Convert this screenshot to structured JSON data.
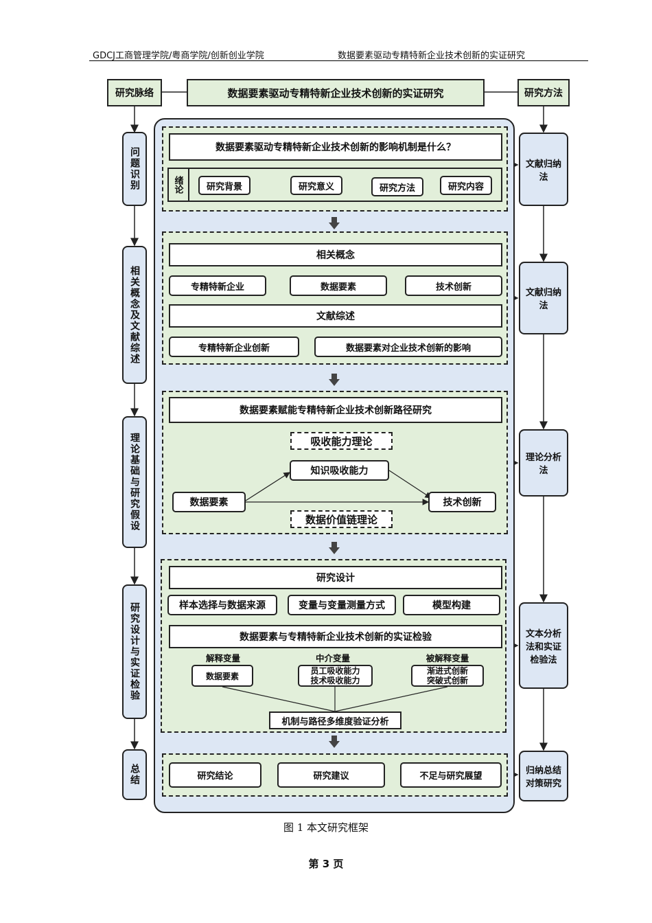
{
  "header": {
    "left": "GDCJ工商管理学院/粤商学院/创新创业学院",
    "right": "数据要素驱动专精特新企业技术创新的实证研究"
  },
  "top": {
    "left_label": "研究脉络",
    "title": "数据要素驱动专精特新企业技术创新的实证研究",
    "right_label": "研究方法"
  },
  "left_stages": [
    "问题识别",
    "相关概念及文献综述",
    "理论基础与研究假设",
    "研究设计与实证检验",
    "总结"
  ],
  "right_methods": [
    "文献归纳法",
    "文献归纳法",
    "理论分析法",
    "文本分析法和实证检验法",
    "归纳总结对策研究"
  ],
  "sec1": {
    "question": "数据要素驱动专精特新企业技术创新的影响机制是什么？",
    "group_label": "绪论",
    "items": [
      "研究背景",
      "研究意义",
      "研究方法",
      "研究内容"
    ]
  },
  "sec2": {
    "concepts_title": "相关概念",
    "concepts": [
      "专精特新企业",
      "数据要素",
      "技术创新"
    ],
    "review_title": "文献综述",
    "reviews": [
      "专精特新企业创新",
      "数据要素对企业技术创新的影响"
    ]
  },
  "sec3": {
    "title": "数据要素赋能专精特新企业技术创新路径研究",
    "theory_top": "吸收能力理论",
    "mediator": "知识吸收能力",
    "input": "数据要素",
    "output": "技术创新",
    "theory_bottom": "数据价值链理论"
  },
  "sec4": {
    "design_title": "研究设计",
    "design_items": [
      "样本选择与数据来源",
      "变量与变量测量方式",
      "模型构建"
    ],
    "test_title": "数据要素与专精特新企业技术创新的实证检验",
    "var_labels": [
      "解释变量",
      "中介变量",
      "被解释变量"
    ],
    "var_explain": "数据要素",
    "var_mediator": [
      "员工吸收能力",
      "技术吸收能力"
    ],
    "var_dependent": [
      "渐进式创新",
      "突破式创新"
    ],
    "analysis": "机制与路径多维度验证分析"
  },
  "sec5": {
    "items": [
      "研究结论",
      "研究建议",
      "不足与研究展望"
    ]
  },
  "caption": "图 1 本文研究框架",
  "page": "第 3 页"
}
